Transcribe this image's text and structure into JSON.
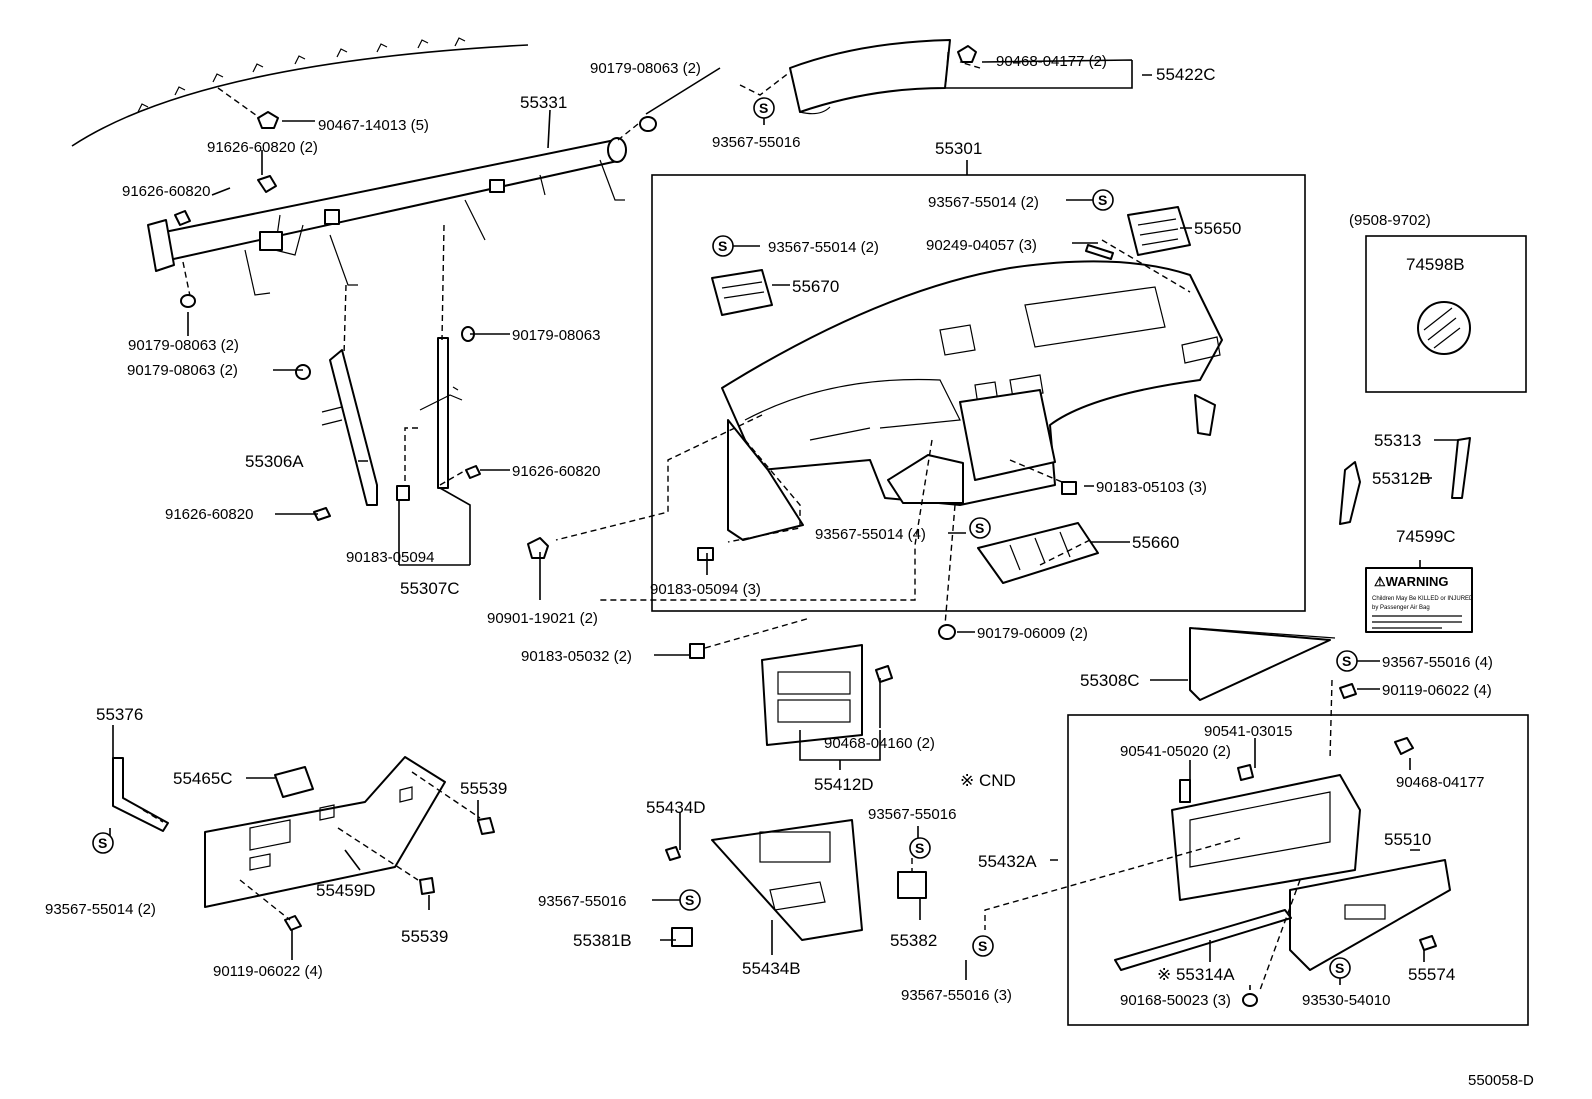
{
  "labels": {
    "l_90179_08063_2a": "90179-08063 (2)",
    "l_90468_04177_2": "90468-04177 (2)",
    "l_55422C": "55422C",
    "l_90467_14013_5": "90467-14013 (5)",
    "l_55331": "55331",
    "l_93567_55016_top": "93567-55016",
    "l_91626_60820_2": "91626-60820 (2)",
    "l_55301": "55301",
    "l_91626_60820_a": "91626-60820",
    "l_93567_55014_2a": "93567-55014 (2)",
    "l_55650": "55650",
    "l_93567_55014_2b": "93567-55014 (2)",
    "l_90249_04057_3": "90249-04057 (3)",
    "l_9508_9702": "(9508-9702)",
    "l_74598B": "74598B",
    "l_55670": "55670",
    "l_90179_08063_2b": "90179-08063 (2)",
    "l_90179_08063_mid": "90179-08063",
    "l_90179_08063_2c": "90179-08063 (2)",
    "l_55313": "55313",
    "l_55306A": "55306A",
    "l_91626_60820_b": "91626-60820",
    "l_90183_05103_3": "90183-05103 (3)",
    "l_55312B": "55312B",
    "l_91626_60820_c": "91626-60820",
    "l_93567_55014_4": "93567-55014 (4)",
    "l_55660": "55660",
    "l_74599C": "74599C",
    "l_90183_05094": "90183-05094",
    "l_90183_05094_3": "90183-05094 (3)",
    "l_55307C": "55307C",
    "l_90901_19021_2": "90901-19021 (2)",
    "l_90179_06009_2": "90179-06009 (2)",
    "l_90183_05032_2": "90183-05032 (2)",
    "l_93567_55016_4": "93567-55016 (4)",
    "l_55308C": "55308C",
    "l_90119_06022_4a": "90119-06022 (4)",
    "l_55376": "55376",
    "l_90541_03015": "90541-03015",
    "l_90541_05020_2": "90541-05020 (2)",
    "l_90468_04160_2": "90468-04160 (2)",
    "l_55465C": "55465C",
    "l_55412D": "55412D",
    "l_cnd": "※ CND",
    "l_90468_04177": "90468-04177",
    "l_55539a": "55539",
    "l_55434D": "55434D",
    "l_93567_55016_mid": "93567-55016",
    "l_55510": "55510",
    "l_93567_55014_2c": "93567-55014 (2)",
    "l_55459D": "55459D",
    "l_55432A": "55432A",
    "l_93567_55016_b": "93567-55016",
    "l_55539b": "55539",
    "l_55381B": "55381B",
    "l_55382": "55382",
    "l_55314A": "※ 55314A",
    "l_55574": "55574",
    "l_90119_06022_4b": "90119-06022 (4)",
    "l_55434B": "55434B",
    "l_93567_55016_3": "93567-55016 (3)",
    "l_90168_50023_3": "90168-50023 (3)",
    "l_93530_54010": "93530-54010",
    "l_550058D": "550058-D",
    "s_symbol": "S",
    "warning_title": "⚠WARNING",
    "warning_l1": "Children May Be KILLED or INJURED",
    "warning_l2": "by Passenger Air Bag"
  }
}
